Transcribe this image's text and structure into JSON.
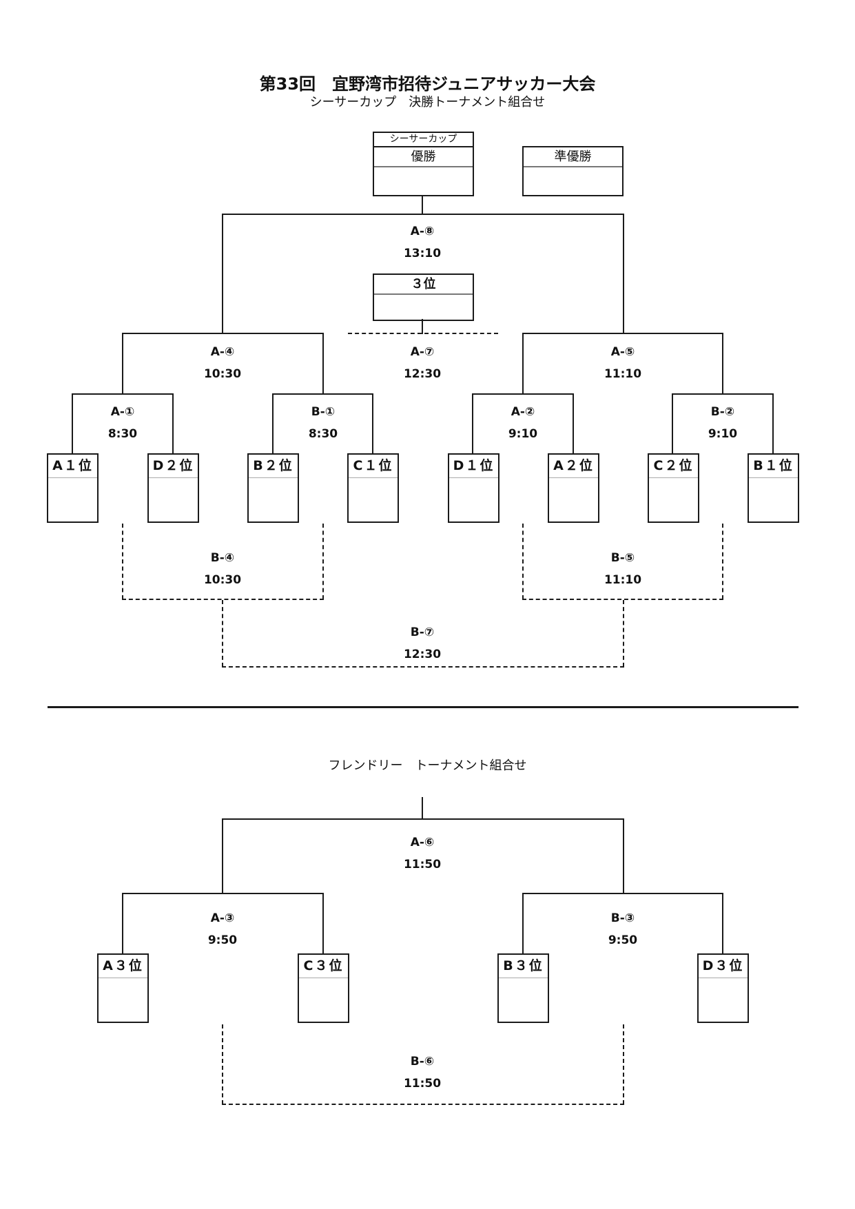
{
  "header": {
    "title": "第33回　宜野湾市招待ジュニアサッカー大会",
    "subtitle": "シーサーカップ　決勝トーナメント組合せ"
  },
  "awards": {
    "cup_name": "シーサーカップ",
    "champion": "優勝",
    "runner_up": "準優勝",
    "third_place": "３位"
  },
  "main_bracket": {
    "teams": [
      "A１位",
      "D２位",
      "B２位",
      "C１位",
      "D１位",
      "A２位",
      "C２位",
      "B１位"
    ],
    "round1": [
      {
        "code": "A-①",
        "time": "8:30"
      },
      {
        "code": "B-①",
        "time": "8:30"
      },
      {
        "code": "A-②",
        "time": "9:10"
      },
      {
        "code": "B-②",
        "time": "9:10"
      }
    ],
    "semifinals": [
      {
        "code": "A-④",
        "time": "10:30"
      },
      {
        "code": "A-⑤",
        "time": "11:10"
      }
    ],
    "final": {
      "code": "A-⑧",
      "time": "13:10"
    },
    "third_place_match": {
      "code": "A-⑦",
      "time": "12:30"
    },
    "consolation": [
      {
        "code": "B-④",
        "time": "10:30"
      },
      {
        "code": "B-⑤",
        "time": "11:10"
      },
      {
        "code": "B-⑦",
        "time": "12:30"
      }
    ]
  },
  "friendly": {
    "heading": "フレンドリー　トーナメント組合せ",
    "teams": [
      "A３位",
      "C３位",
      "B３位",
      "D３位"
    ],
    "round1": [
      {
        "code": "A-③",
        "time": "9:50"
      },
      {
        "code": "B-③",
        "time": "9:50"
      }
    ],
    "final": {
      "code": "A-⑥",
      "time": "11:50"
    },
    "consolation": {
      "code": "B-⑥",
      "time": "11:50"
    }
  }
}
